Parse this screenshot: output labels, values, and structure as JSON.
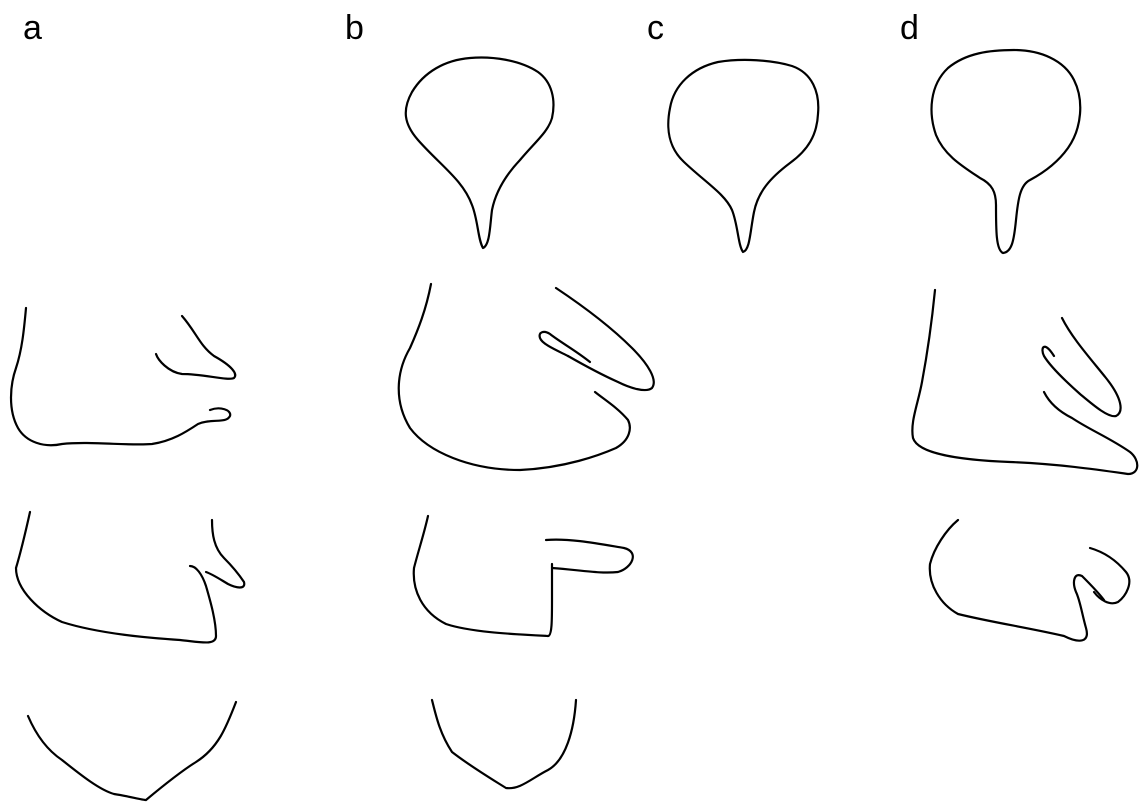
{
  "labels": {
    "a": "a",
    "b": "b",
    "c": "c",
    "d": "d"
  },
  "colors": {
    "stroke": "#000000",
    "background": "#ffffff"
  }
}
